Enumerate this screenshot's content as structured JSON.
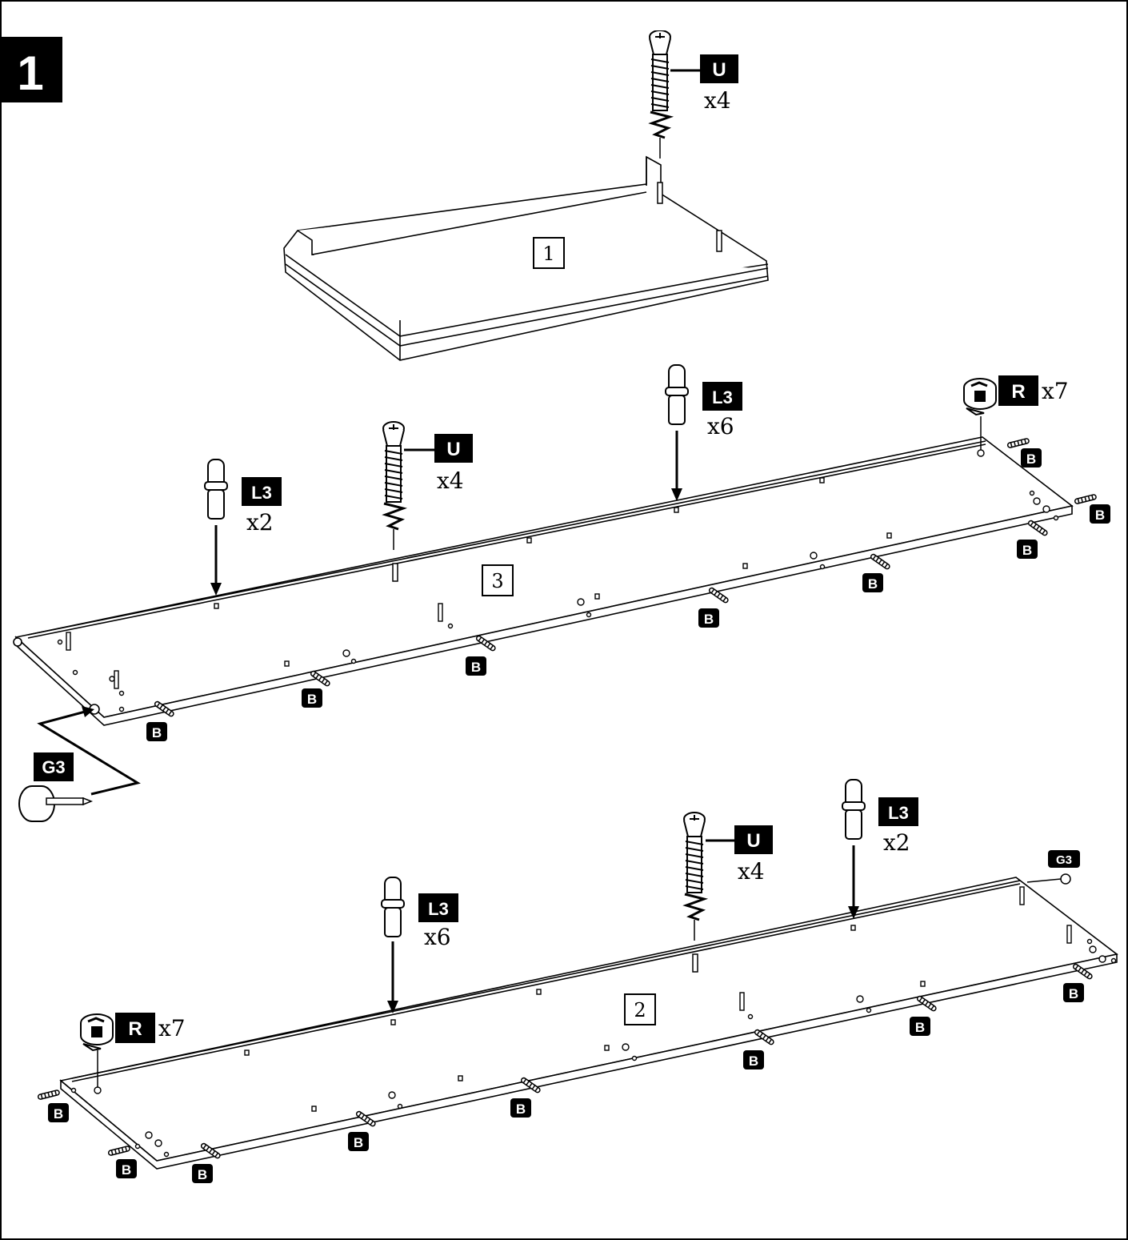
{
  "step_number": "1",
  "panels": {
    "p1": "1",
    "p2": "2",
    "p3": "3"
  },
  "labels": {
    "U": "U",
    "L3": "L3",
    "R": "R",
    "B": "B",
    "G3": "G3"
  },
  "quantities": {
    "x4": "x4",
    "x2": "x2",
    "x6": "x6",
    "x7": "x7"
  },
  "colors": {
    "ink": "#000000",
    "paper": "#ffffff"
  }
}
